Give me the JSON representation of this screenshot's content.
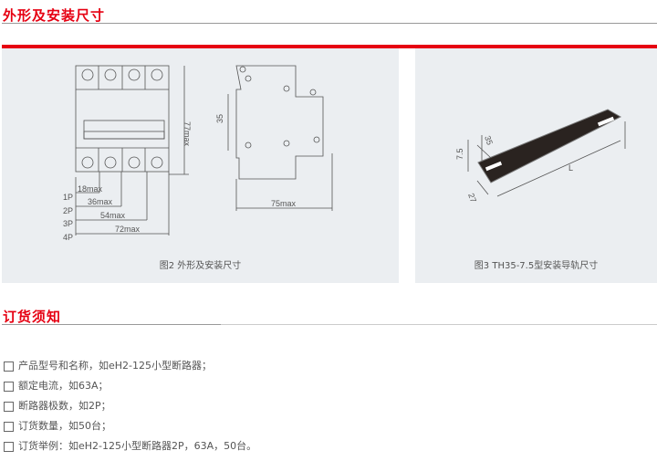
{
  "section1": {
    "title": "外形及安装尺寸"
  },
  "fig2": {
    "caption": "图2 外形及安装尺寸",
    "height_label": "77max",
    "width_labels": [
      "18max",
      "36max",
      "54max",
      "72max"
    ],
    "poles": [
      "1P",
      "2P",
      "3P",
      "4P"
    ],
    "rail_label": "35",
    "depth_label": "75max"
  },
  "fig3": {
    "caption": "图3 TH35-7.5型安装导轨尺寸",
    "labels": {
      "h": "7.5",
      "w": "35",
      "b": "27",
      "l": "L"
    }
  },
  "section2": {
    "title": "订货须知"
  },
  "order_items": [
    "产品型号和名称，如eH2-125小型断路器；",
    "额定电流，如63A；",
    "断路器极数，如2P；",
    "订货数量，如50台；",
    "订货举例：如eH2-125小型断路器2P，63A，50台。"
  ]
}
